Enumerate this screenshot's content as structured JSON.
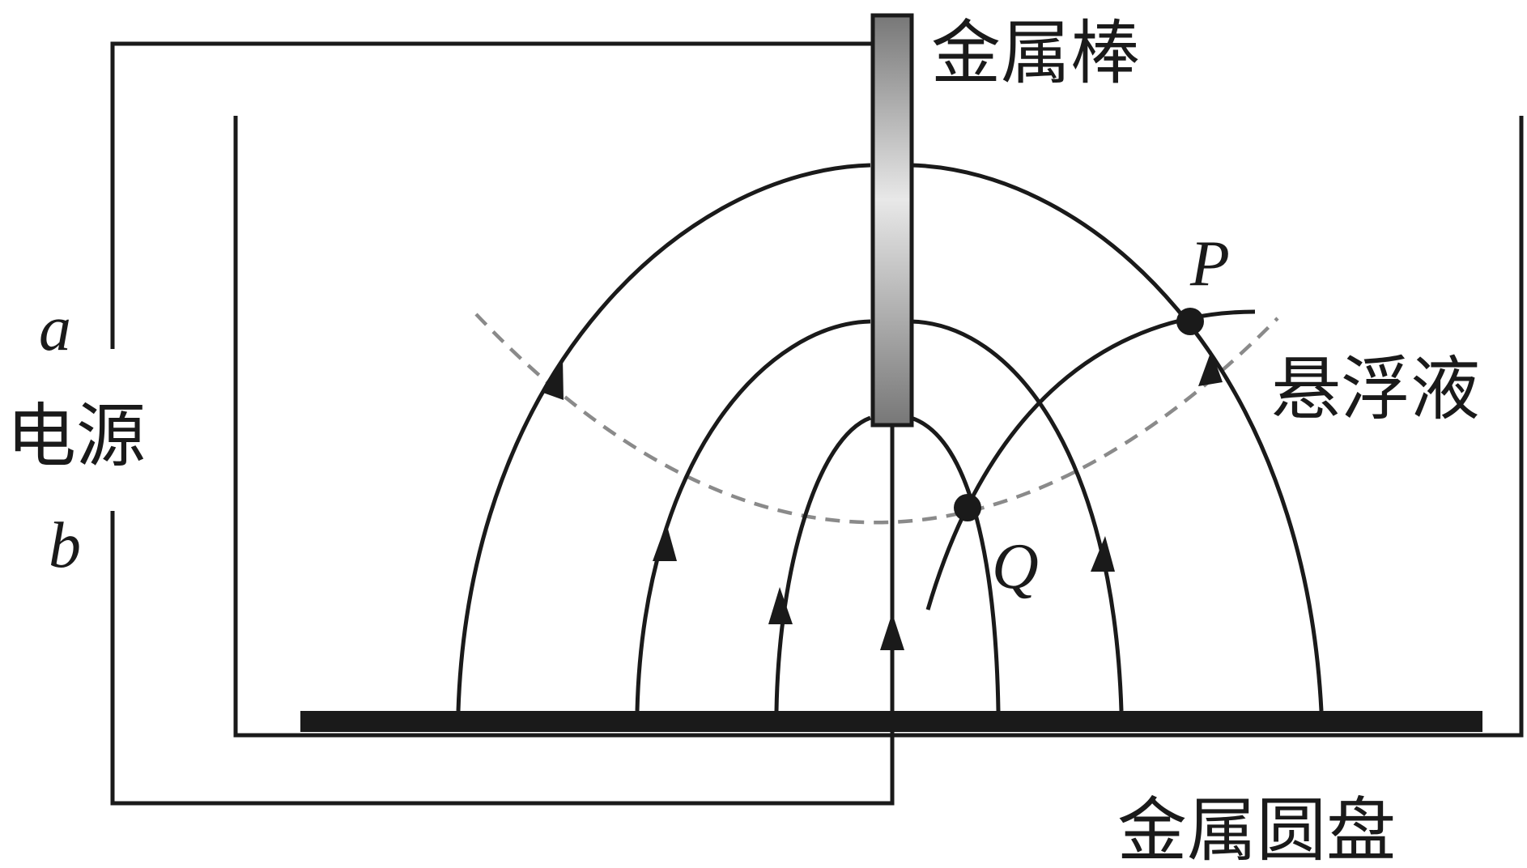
{
  "labels": {
    "rod": "金属棒",
    "disk": "金属圆盘",
    "liquid": "悬浮液",
    "power": "电源",
    "terminal_a": "a",
    "terminal_b": "b",
    "point_p": "P",
    "point_q": "Q"
  },
  "colors": {
    "line": "#1a1a1a",
    "equipotential": "#8a8a8a",
    "rod_light": "#e6e6e6",
    "rod_dark": "#7a7a7a"
  }
}
